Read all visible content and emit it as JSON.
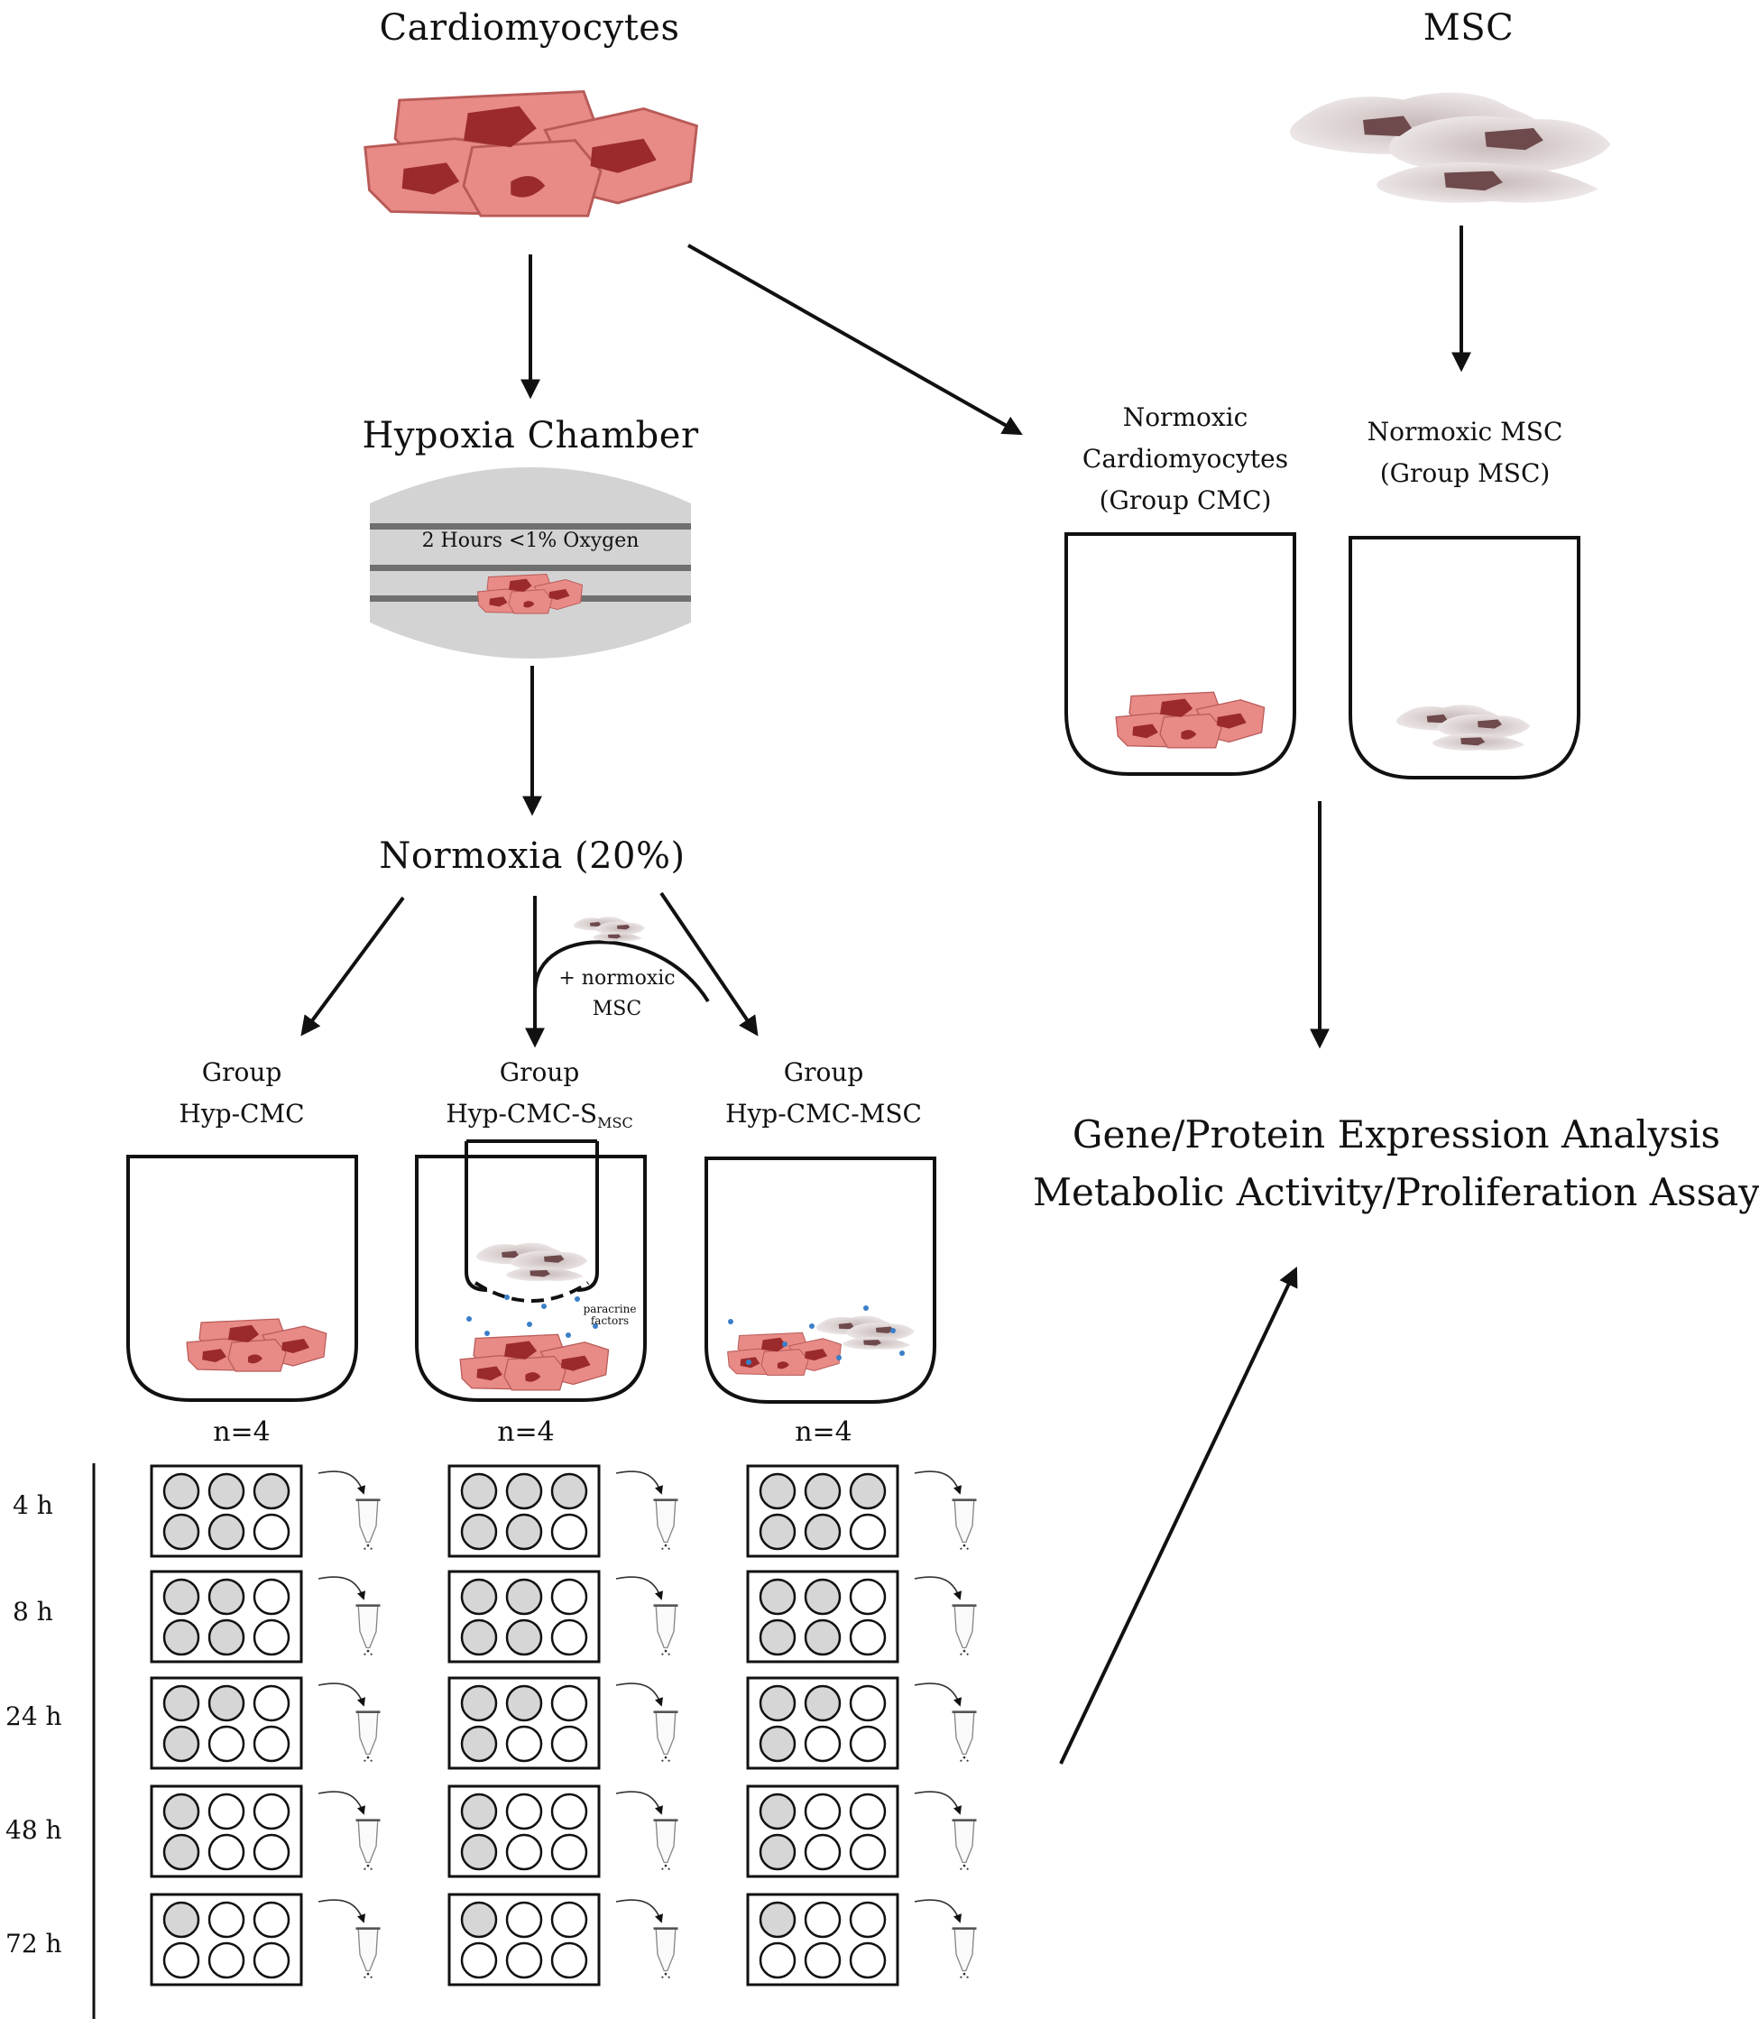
{
  "nodes": {
    "cardiomyocytes": "Cardiomyocytes",
    "msc": "MSC",
    "hypoxia_chamber": "Hypoxia Chamber",
    "chamber_condition": "2 Hours <1% Oxygen",
    "normoxia": "Normoxia (20%)",
    "add_msc_line1": "+ normoxic",
    "add_msc_line2": "MSC",
    "paracrine_line1": "paracrine",
    "paracrine_line2": "factors"
  },
  "controls": {
    "cmc_line1": "Normoxic",
    "cmc_line2": "Cardiomyocytes",
    "cmc_line3": "(Group CMC)",
    "msc_line1": "Normoxic MSC",
    "msc_line2": "(Group MSC)"
  },
  "groups": [
    {
      "line1": "Group",
      "line2": "Hyp-CMC",
      "line2_sub": "",
      "n": "n=4"
    },
    {
      "line1": "Group",
      "line2": "Hyp-CMC-S",
      "line2_sub": "MSC",
      "n": "n=4"
    },
    {
      "line1": "Group",
      "line2": "Hyp-CMC-MSC",
      "line2_sub": "",
      "n": "n=4"
    }
  ],
  "timepoints": [
    "4 h",
    "8 h",
    "24 h",
    "48 h",
    "72 h"
  ],
  "analysis": {
    "line1": "Gene/Protein Expression Analysis",
    "line2": "Metabolic Activity/Proliferation Assay"
  },
  "colors": {
    "cmc_fill": "#e88a86",
    "cmc_stroke": "#b85a58",
    "cmc_nucleus": "#9a2a2c",
    "msc_fill": "#d9d0d0",
    "msc_nucleus": "#6e4a4c",
    "chamber_fill": "#d3d3d3",
    "chamber_bar": "#6f6f6f",
    "well_filled": "#d6d6d6",
    "paracrine_dot": "#3a7fc8",
    "line": "#111111"
  },
  "icons": [
    "cardiomyocyte-cluster-icon",
    "msc-cluster-icon",
    "hypoxia-chamber-icon",
    "culture-well-icon",
    "well-plate-icon",
    "microcentrifuge-tube-icon"
  ]
}
